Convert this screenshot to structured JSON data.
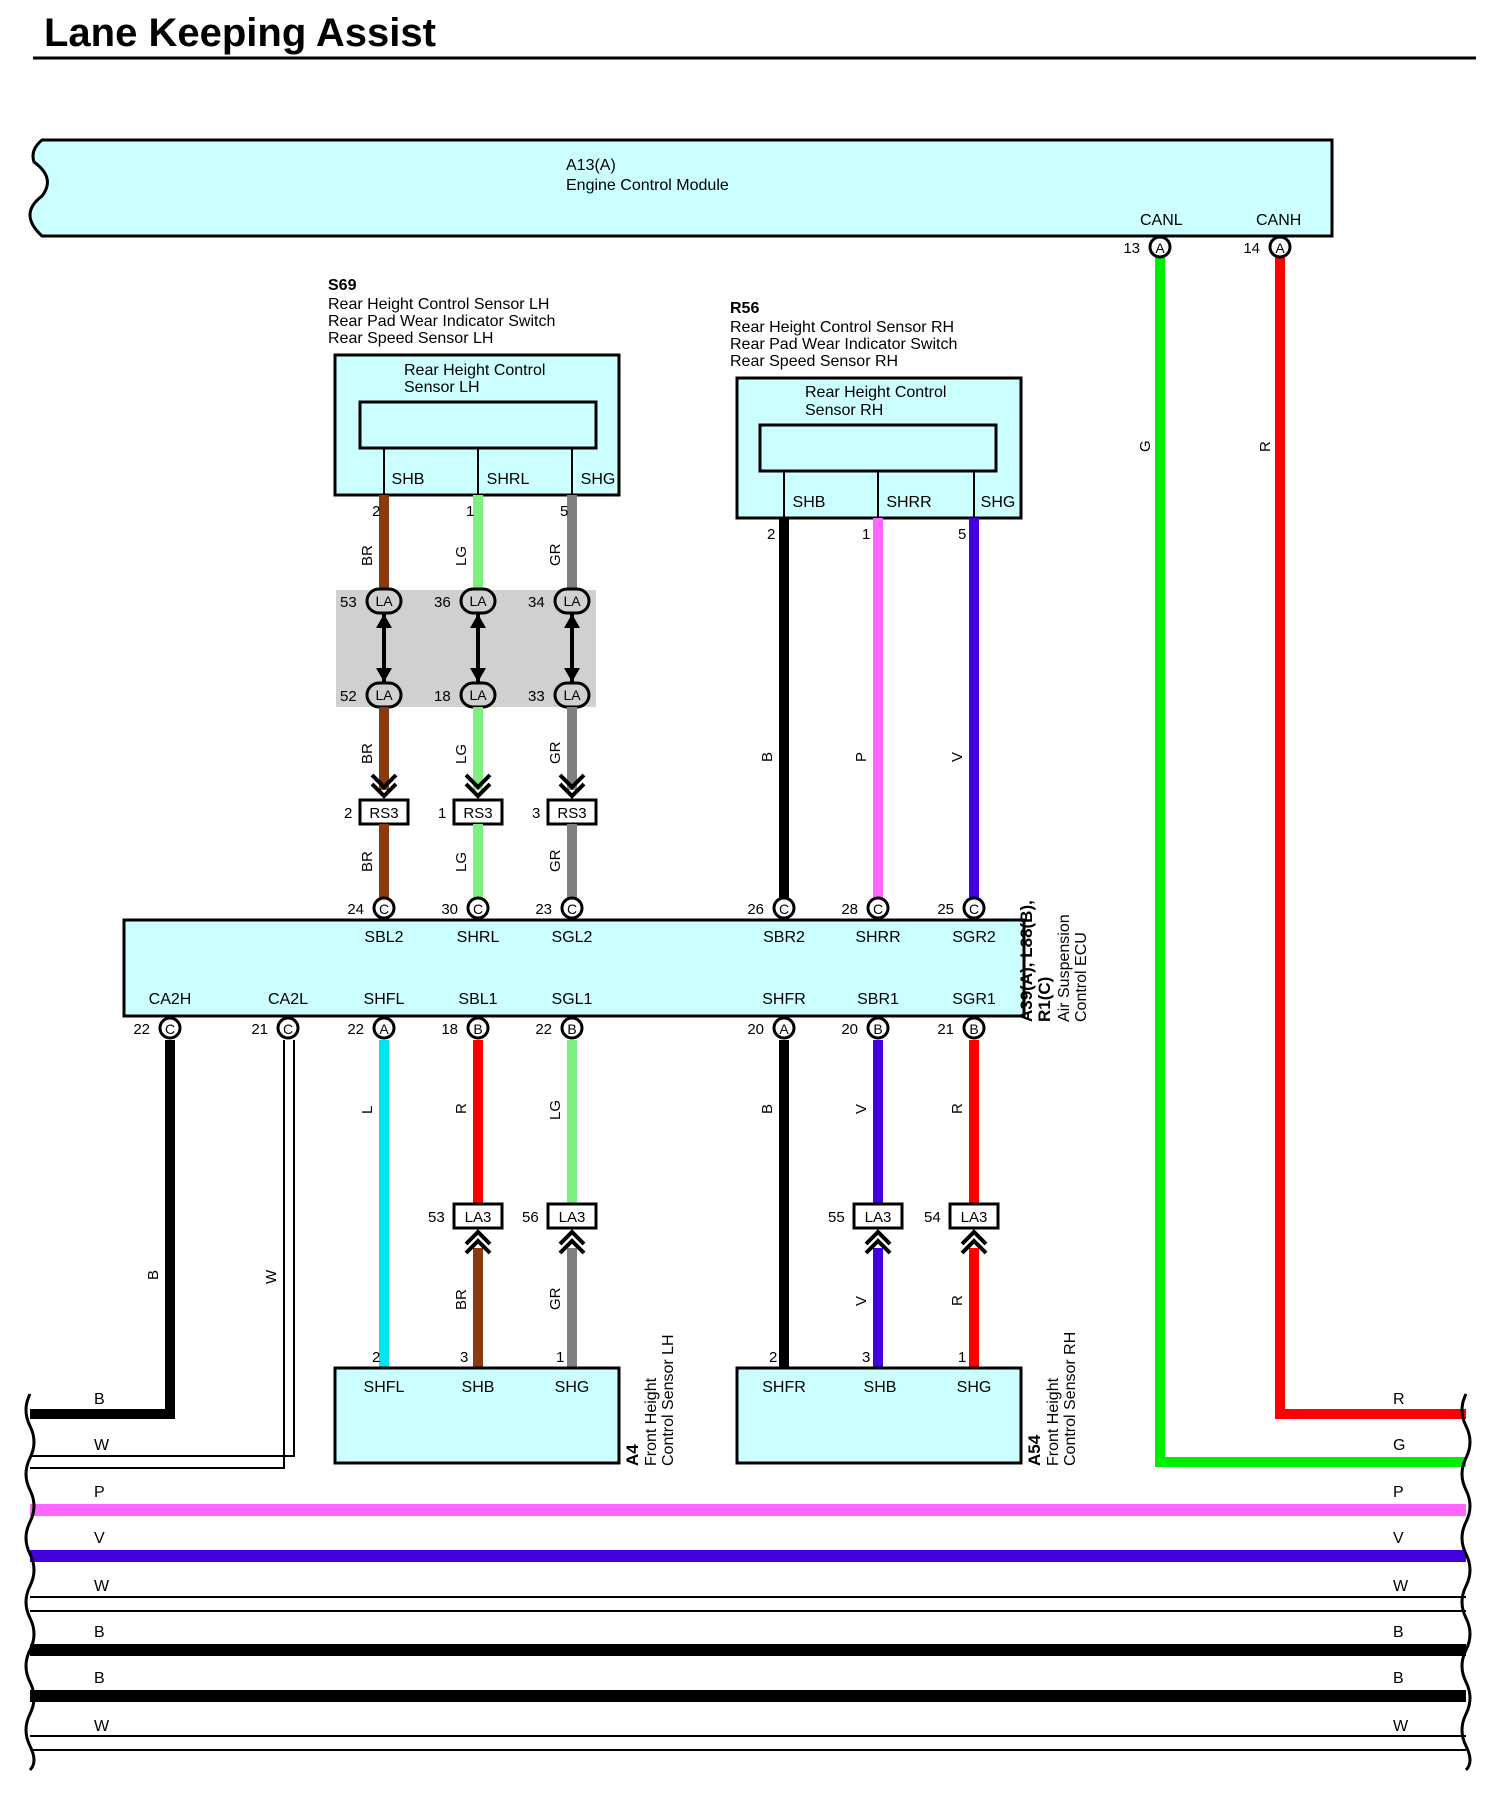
{
  "title": "Lane Keeping Assist",
  "colors": {
    "box_fill": "#ccffff",
    "BR": "#8b3a0f",
    "LG": "#7ff07f",
    "GR": "#808080",
    "B": "#000000",
    "P": "#ff66ff",
    "V": "#4400dd",
    "G": "#00ee00",
    "R": "#ff0000",
    "L": "#00e5ee",
    "W": "#ffffff"
  },
  "components": {
    "ecm": {
      "id": "A13(A)",
      "name": "Engine Control Module",
      "pins": [
        "CANL",
        "CANH"
      ],
      "pin_nums": [
        "13",
        "14"
      ],
      "connector": "A"
    },
    "s69": {
      "id": "S69",
      "lines": [
        "Rear Height Control Sensor LH",
        "Rear Pad Wear Indicator Switch",
        "Rear Speed Sensor LH"
      ],
      "inner_label_1": "Rear Height Control",
      "inner_label_2": "Sensor LH",
      "pins": [
        "SHB",
        "SHRL",
        "SHG"
      ],
      "pin_nums": [
        "2",
        "1",
        "5"
      ]
    },
    "r56": {
      "id": "R56",
      "lines": [
        "Rear Height Control Sensor RH",
        "Rear Pad Wear Indicator Switch",
        "Rear Speed Sensor RH"
      ],
      "inner_label_1": "Rear Height Control",
      "inner_label_2": "Sensor RH",
      "pins": [
        "SHB",
        "SHRR",
        "SHG"
      ],
      "pin_nums": [
        "2",
        "1",
        "5"
      ]
    },
    "ecu": {
      "id_1": "A39(A), L88(B),",
      "id_2": "R1(C)",
      "name_1": "Air Suspension",
      "name_2": "Control ECU",
      "top_pins": [
        "SBL2",
        "SHRL",
        "SGL2",
        "SBR2",
        "SHRR",
        "SGR2"
      ],
      "top_nums": [
        "24",
        "30",
        "23",
        "26",
        "28",
        "25"
      ],
      "top_conn": [
        "C",
        "C",
        "C",
        "C",
        "C",
        "C"
      ],
      "bottom_pins": [
        "CA2H",
        "CA2L",
        "SHFL",
        "SBL1",
        "SGL1",
        "SHFR",
        "SBR1",
        "SGR1"
      ],
      "bottom_nums": [
        "22",
        "21",
        "22",
        "18",
        "22",
        "20",
        "20",
        "21"
      ],
      "bottom_conn": [
        "C",
        "C",
        "A",
        "B",
        "B",
        "A",
        "B",
        "B"
      ]
    },
    "a4": {
      "id": "A4",
      "name_1": "Front Height",
      "name_2": "Control Sensor LH",
      "pins": [
        "SHFL",
        "SHB",
        "SHG"
      ],
      "pin_nums": [
        "2",
        "3",
        "1"
      ]
    },
    "a54": {
      "id": "A54",
      "name_1": "Front Height",
      "name_2": "Control Sensor RH",
      "pins": [
        "SHFR",
        "SHB",
        "SHG"
      ],
      "pin_nums": [
        "2",
        "3",
        "1"
      ]
    }
  },
  "junction": {
    "label": "LA",
    "upper_nums": [
      "53",
      "36",
      "34"
    ],
    "lower_nums": [
      "52",
      "18",
      "33"
    ]
  },
  "rs3": {
    "label": "RS3",
    "nums": [
      "2",
      "1",
      "3"
    ]
  },
  "la3": {
    "label": "LA3",
    "nums": [
      "53",
      "56",
      "55",
      "54"
    ]
  },
  "wire_labels": {
    "s69_upper": [
      "BR",
      "LG",
      "GR"
    ],
    "s69_mid": [
      "BR",
      "LG",
      "GR"
    ],
    "s69_lower": [
      "BR",
      "LG",
      "GR"
    ],
    "r56": [
      "B",
      "P",
      "V"
    ],
    "canl": "G",
    "canh": "R",
    "ca2h": "B",
    "ca2l": "W",
    "front_upper": [
      "L",
      "R",
      "LG",
      "B",
      "V",
      "R"
    ],
    "front_lower": [
      "BR",
      "GR",
      "V",
      "R"
    ]
  },
  "bus": [
    {
      "left": "B",
      "right": "R"
    },
    {
      "left": "W",
      "right": "G"
    },
    {
      "left": "P",
      "right": "P"
    },
    {
      "left": "V",
      "right": "V"
    },
    {
      "left": "W",
      "right": "W"
    },
    {
      "left": "B",
      "right": "B"
    },
    {
      "left": "B",
      "right": "B"
    },
    {
      "left": "W",
      "right": "W"
    }
  ]
}
